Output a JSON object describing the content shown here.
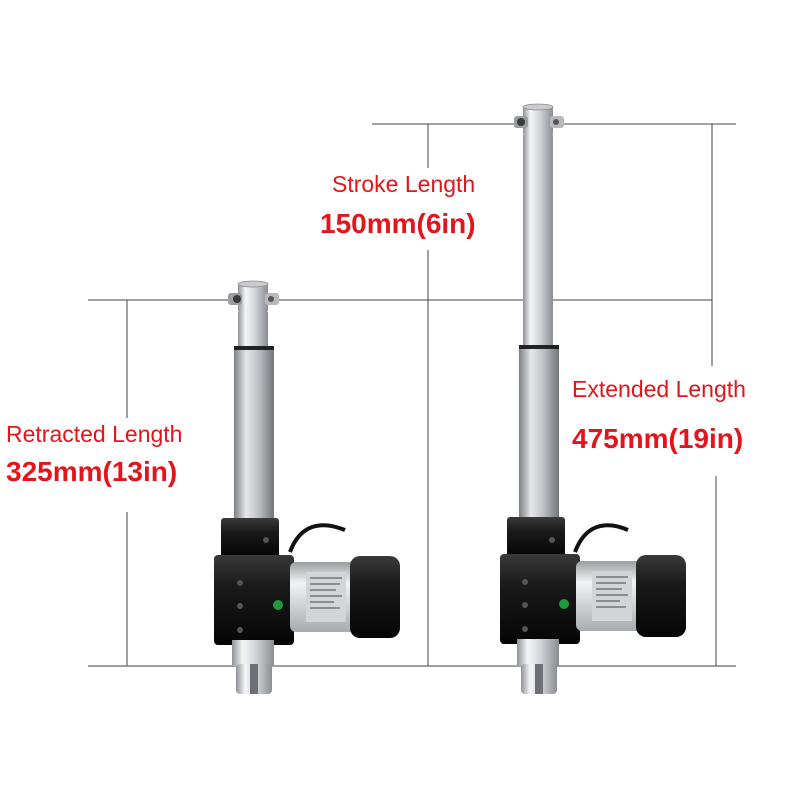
{
  "labels": {
    "retracted": {
      "title": "Retracted Length",
      "value": "325mm(13in)"
    },
    "stroke": {
      "title": "Stroke Length",
      "value": "150mm(6in)"
    },
    "extended": {
      "title": "Extended Length",
      "value": "475mm(19in)"
    }
  },
  "colors": {
    "label": "#e4141b",
    "dimension_line": "#444444",
    "aluminum": "#d9dbde",
    "motor_black": "#151515",
    "status_led": "#1f9b3b"
  }
}
